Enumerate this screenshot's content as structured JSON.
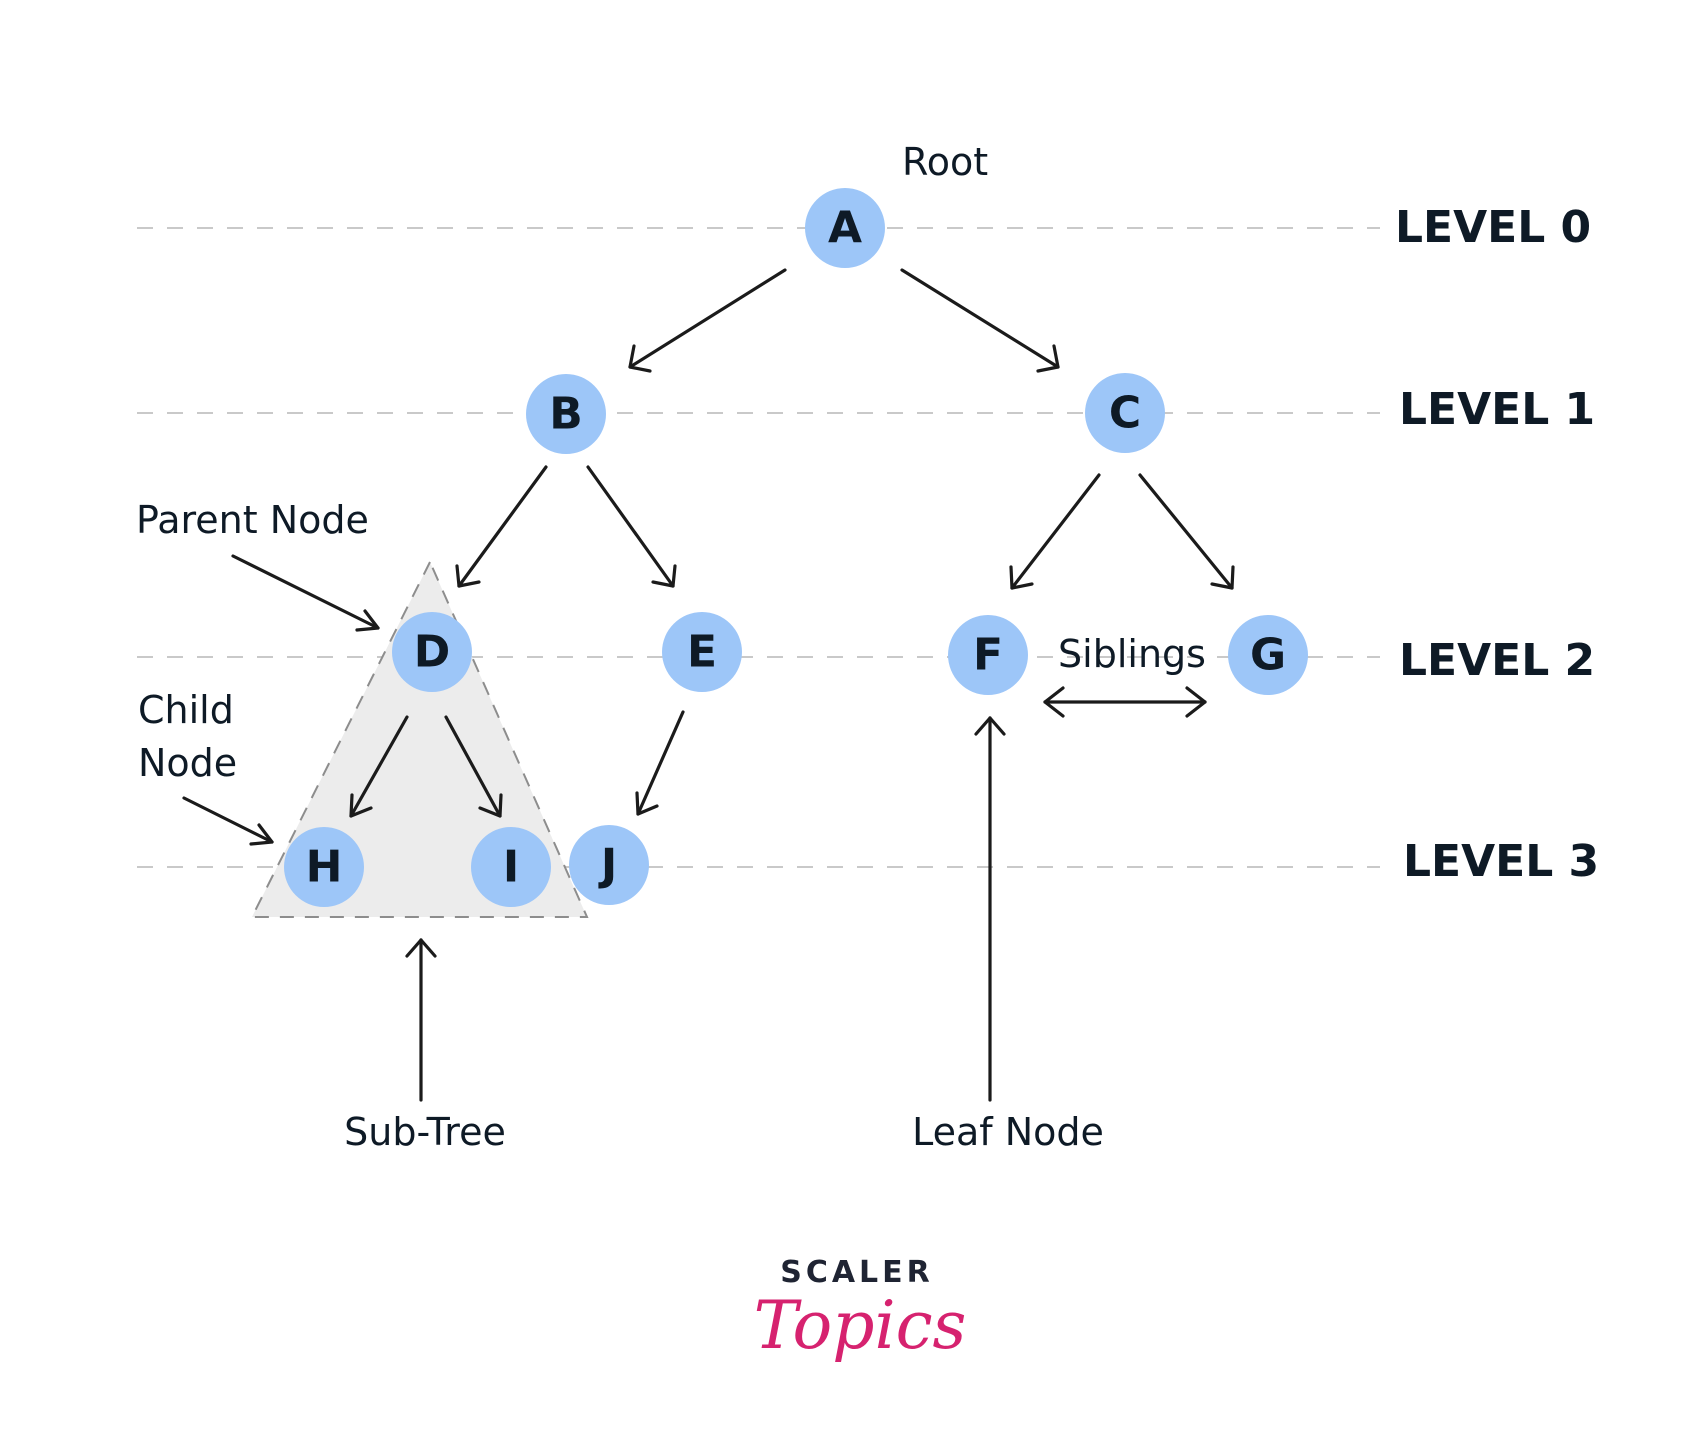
{
  "nodes": [
    {
      "id": "A",
      "label": "A"
    },
    {
      "id": "B",
      "label": "B"
    },
    {
      "id": "C",
      "label": "C"
    },
    {
      "id": "D",
      "label": "D"
    },
    {
      "id": "E",
      "label": "E"
    },
    {
      "id": "F",
      "label": "F"
    },
    {
      "id": "G",
      "label": "G"
    },
    {
      "id": "H",
      "label": "H"
    },
    {
      "id": "I",
      "label": "I"
    },
    {
      "id": "J",
      "label": "J"
    }
  ],
  "edges": [
    {
      "from": "A",
      "to": "B"
    },
    {
      "from": "A",
      "to": "C"
    },
    {
      "from": "B",
      "to": "D"
    },
    {
      "from": "B",
      "to": "E"
    },
    {
      "from": "C",
      "to": "F"
    },
    {
      "from": "C",
      "to": "G"
    },
    {
      "from": "D",
      "to": "H"
    },
    {
      "from": "D",
      "to": "I"
    },
    {
      "from": "E",
      "to": "J"
    }
  ],
  "levels": [
    "LEVEL 0",
    "LEVEL 1",
    "LEVEL 2",
    "LEVEL 3"
  ],
  "annotations": {
    "root": "Root",
    "parent_node": "Parent Node",
    "child_node_line1": "Child",
    "child_node_line2": "Node",
    "siblings": "Siblings",
    "sub_tree": "Sub-Tree",
    "leaf_node": "Leaf Node"
  },
  "brand": {
    "top": "SCALER",
    "script": "Topics"
  },
  "colors": {
    "node_fill": "#9dc6f8",
    "subtree_fill": "#ececec",
    "brand_accent": "#d6226f"
  }
}
